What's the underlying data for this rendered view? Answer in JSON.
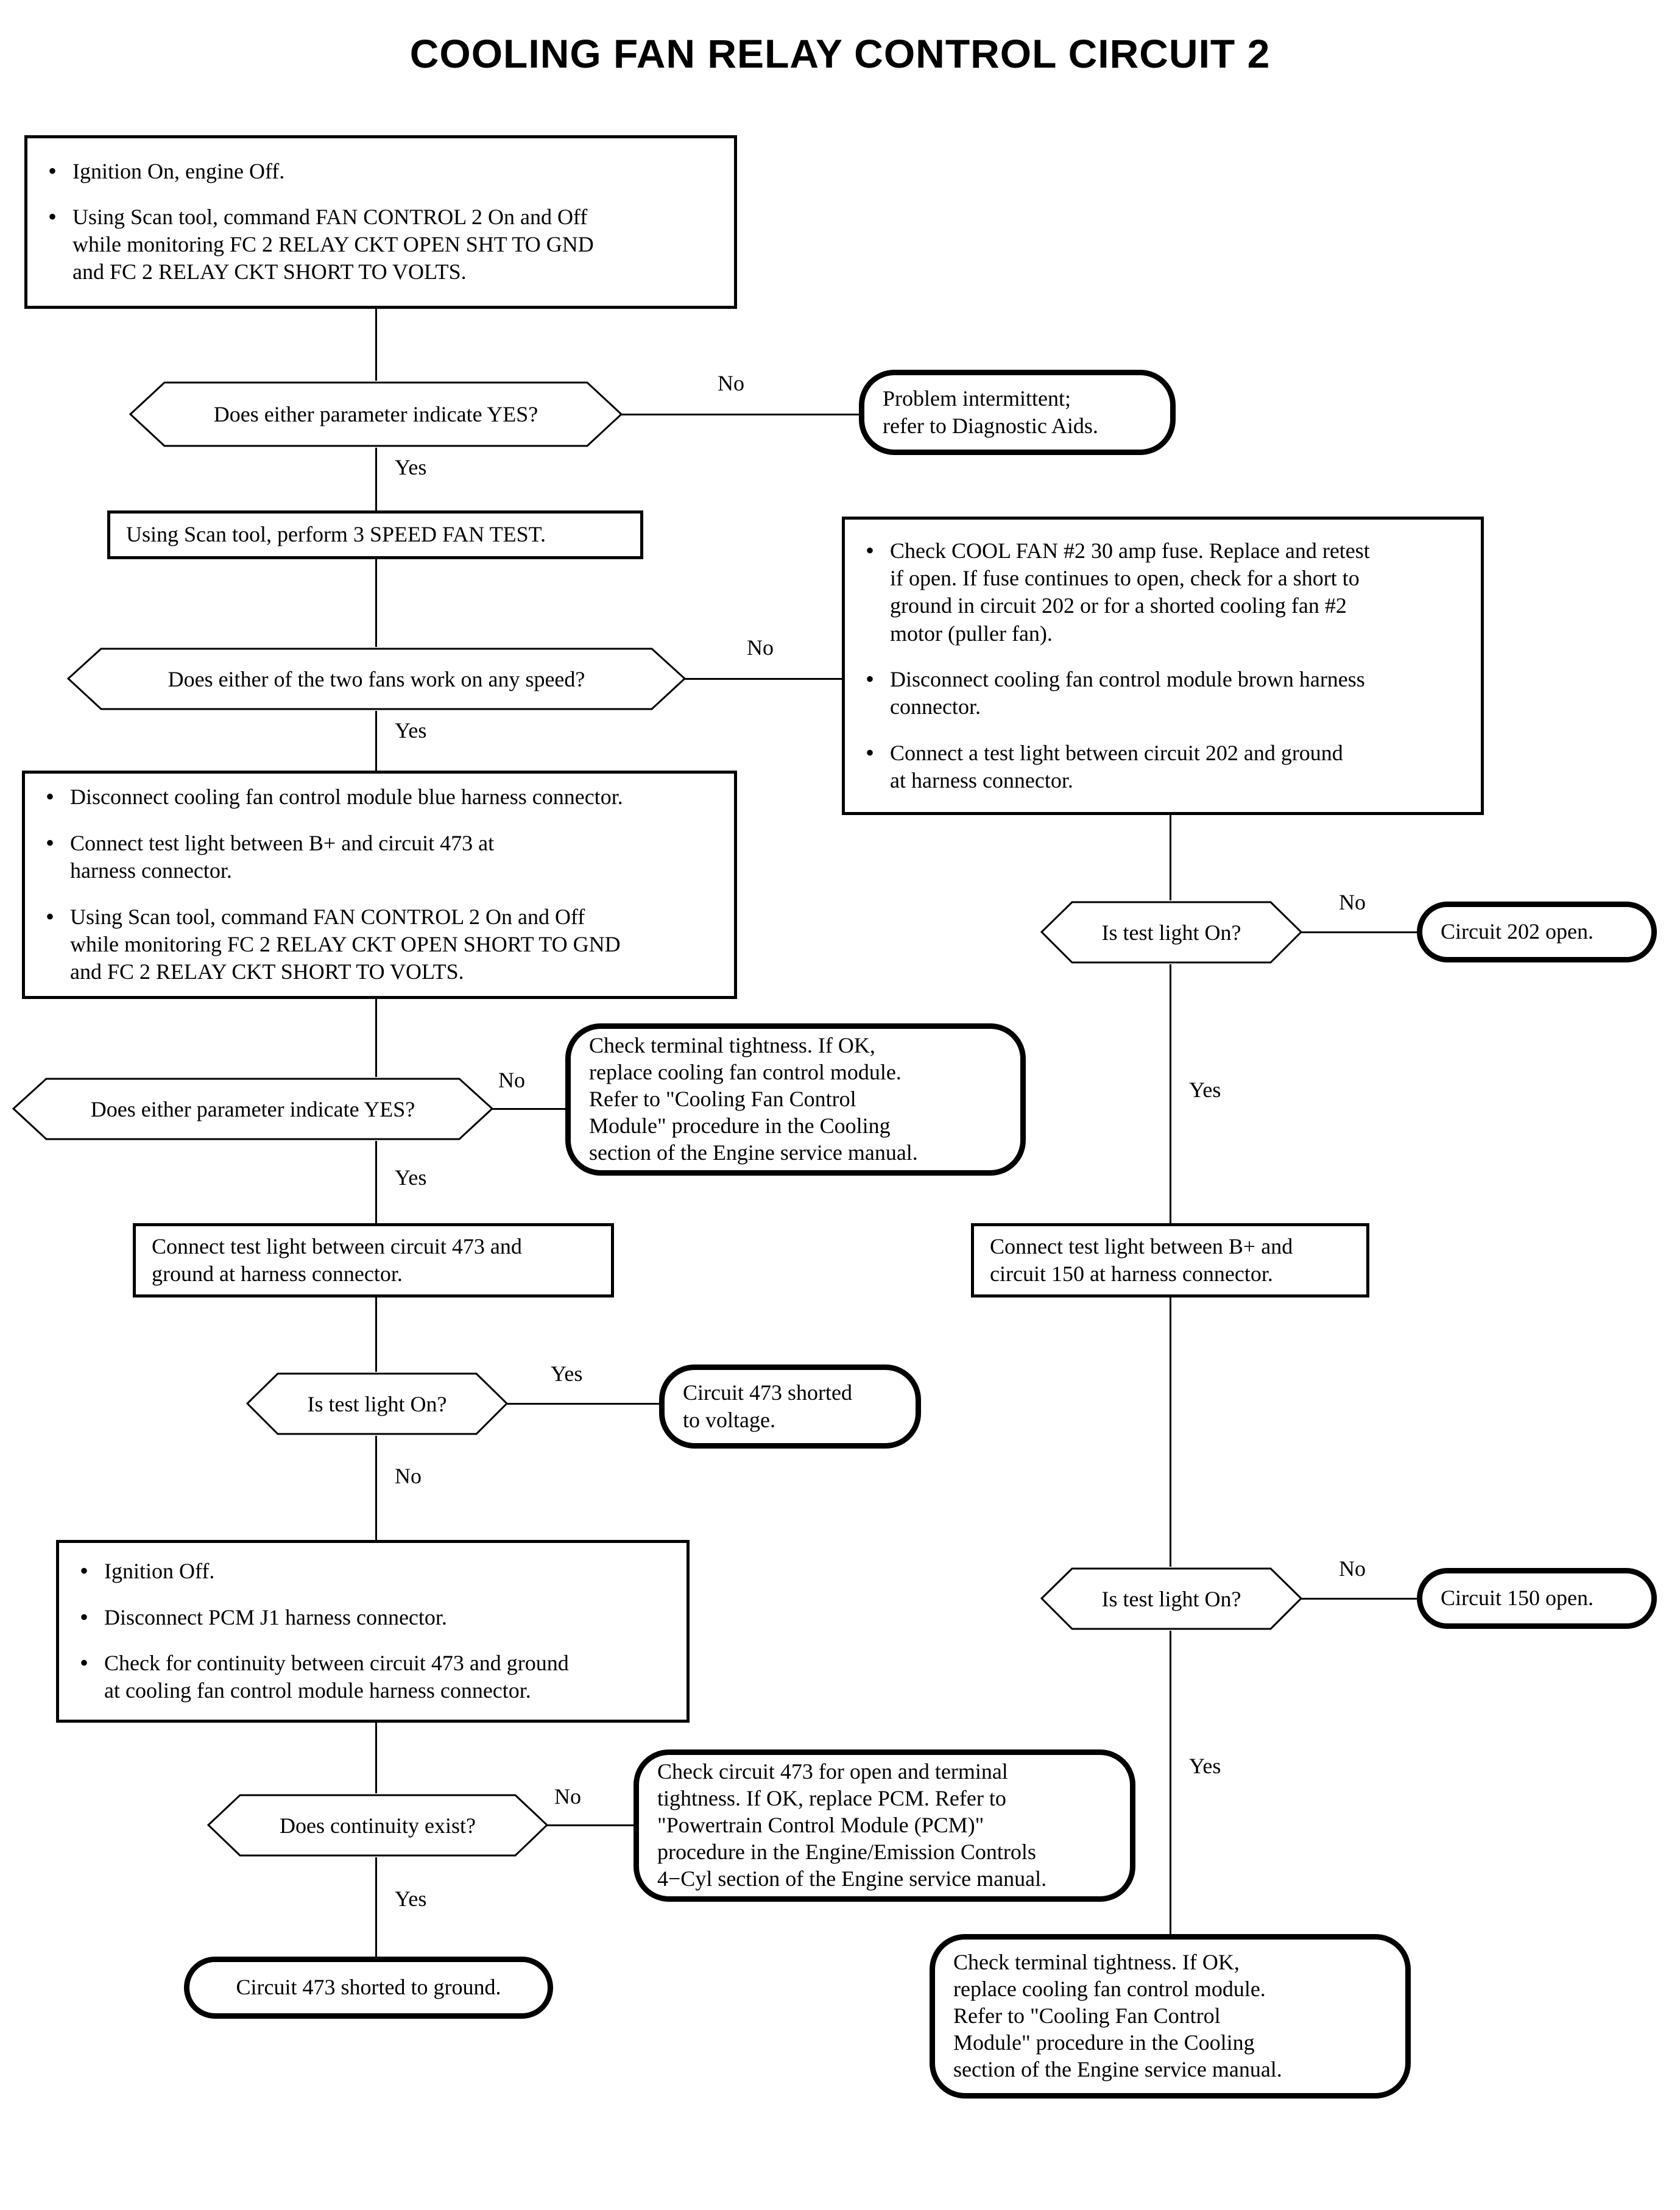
{
  "title": "COOLING FAN RELAY CONTROL CIRCUIT 2",
  "labels": {
    "yes": "Yes",
    "no": "No"
  },
  "nodes": {
    "step1": {
      "type": "process",
      "bullets": [
        "Ignition On, engine Off.",
        "Using Scan tool, command FAN CONTROL 2 On and Off while monitoring FC 2 RELAY CKT OPEN SHT TO GND and FC 2 RELAY CKT SHORT TO VOLTS."
      ]
    },
    "decision1": {
      "type": "decision",
      "text": "Does either parameter indicate YES?"
    },
    "term_intermittent": {
      "type": "terminal",
      "text": "Problem intermittent; refer to Diagnostic Aids."
    },
    "step2": {
      "type": "process",
      "text": "Using Scan tool, perform 3 SPEED FAN TEST."
    },
    "decision2": {
      "type": "decision",
      "text": "Does either of the two fans work on any speed?"
    },
    "step_fuse": {
      "type": "process",
      "bullets": [
        "Check COOL FAN #2 30 amp fuse. Replace and retest if open. If fuse continues to open, check for a short to ground in circuit 202 or for a shorted cooling fan #2 motor (puller fan).",
        "Disconnect cooling fan control module brown harness connector.",
        "Connect a test light between circuit 202 and ground at harness connector."
      ]
    },
    "step_blue": {
      "type": "process",
      "bullets": [
        "Disconnect cooling fan control module blue harness connector.",
        "Connect test light between B+ and circuit 473 at harness connector.",
        "Using Scan tool, command FAN CONTROL 2 On and Off while monitoring FC 2 RELAY CKT OPEN SHORT TO GND and FC 2 RELAY CKT SHORT TO VOLTS."
      ]
    },
    "decision_tl_202": {
      "type": "decision",
      "text": "Is test light On?"
    },
    "term_202_open": {
      "type": "terminal",
      "text": "Circuit 202 open."
    },
    "decision3": {
      "type": "decision",
      "text": "Does either parameter indicate YES?"
    },
    "term_terminal_tightness_1": {
      "type": "terminal",
      "text": "Check terminal tightness. If OK, replace cooling fan control module. Refer to \"Cooling Fan Control Module\" procedure in the Cooling section of the Engine service manual."
    },
    "step_473_gnd": {
      "type": "process",
      "text": "Connect test light between circuit 473 and ground at harness connector."
    },
    "step_150": {
      "type": "process",
      "text": "Connect test light between B+ and circuit 150 at harness connector."
    },
    "decision_tl_473": {
      "type": "decision",
      "text": "Is test light On?"
    },
    "term_473_shorted_volt": {
      "type": "terminal",
      "text": "Circuit 473 shorted to voltage."
    },
    "decision_tl_150": {
      "type": "decision",
      "text": "Is test light On?"
    },
    "term_150_open": {
      "type": "terminal",
      "text": "Circuit 150 open."
    },
    "step_ign_off": {
      "type": "process",
      "bullets": [
        "Ignition Off.",
        "Disconnect PCM J1 harness connector.",
        "Check for continuity between circuit 473 and ground at cooling fan control module harness connector."
      ]
    },
    "decision_continuity": {
      "type": "decision",
      "text": "Does continuity exist?"
    },
    "term_pcm": {
      "type": "terminal",
      "text": "Check circuit 473 for open and terminal tightness. If OK, replace PCM. Refer to \"Powertrain Control Module (PCM)\" procedure in the Engine/Emission Controls 4−Cyl section of the Engine service manual."
    },
    "term_473_shorted_gnd": {
      "type": "terminal",
      "text": "Circuit 473 shorted to ground."
    },
    "term_terminal_tightness_2": {
      "type": "terminal",
      "text": "Check terminal tightness. If OK, replace cooling fan control module. Refer to \"Cooling Fan Control Module\" procedure in the Cooling section of the Engine service manual."
    }
  },
  "line_text": {
    "step1_b1": "Ignition On, engine Off.",
    "step1_b2_l1": "Using Scan tool, command FAN CONTROL 2 On and Off",
    "step1_b2_l2": "while monitoring FC 2 RELAY CKT OPEN SHT TO GND",
    "step1_b2_l3": "and FC 2 RELAY CKT SHORT TO VOLTS.",
    "intermittent_l1": "Problem intermittent;",
    "intermittent_l2": "refer to Diagnostic Aids.",
    "step2_l1": "Using Scan tool, perform 3 SPEED FAN TEST.",
    "fuse_b1_l1": "Check COOL FAN #2 30 amp fuse. Replace and retest",
    "fuse_b1_l2": "if open. If fuse continues to open, check for a short to",
    "fuse_b1_l3": "ground in circuit 202 or for a shorted cooling fan #2",
    "fuse_b1_l4": "motor (puller fan).",
    "fuse_b2_l1": "Disconnect cooling fan control module brown harness",
    "fuse_b2_l2": "connector.",
    "fuse_b3_l1": "Connect a test light between circuit 202 and ground",
    "fuse_b3_l2": "at harness connector.",
    "blue_b1_l1": "Disconnect cooling fan control module blue harness connector.",
    "blue_b2_l1": "Connect test light between B+ and circuit 473 at",
    "blue_b2_l2": "harness connector.",
    "blue_b3_l1": "Using Scan tool, command FAN CONTROL 2 On and Off",
    "blue_b3_l2": "while monitoring FC 2 RELAY CKT OPEN SHORT TO GND",
    "blue_b3_l3": "and FC 2 RELAY CKT SHORT TO VOLTS.",
    "tight1_l1": "Check terminal tightness. If OK,",
    "tight1_l2": "replace cooling fan control module.",
    "tight1_l3": "Refer to \"Cooling Fan Control",
    "tight1_l4": "Module\" procedure in the Cooling",
    "tight1_l5": "section of the Engine service manual.",
    "s473_l1": "Connect test light between circuit 473 and",
    "s473_l2": "ground at harness connector.",
    "s150_l1": "Connect test light between B+ and",
    "s150_l2": "circuit 150 at harness connector.",
    "shortvolt_l1": "Circuit 473 shorted",
    "shortvolt_l2": "to voltage.",
    "ign_b1_l1": "Ignition Off.",
    "ign_b2_l1": "Disconnect PCM J1 harness connector.",
    "ign_b3_l1": "Check for continuity between circuit 473 and ground",
    "ign_b3_l2": "at cooling fan control module harness connector.",
    "pcm_l1": "Check circuit 473 for open and terminal",
    "pcm_l2": "tightness. If OK, replace PCM. Refer to",
    "pcm_l3": "\"Powertrain Control Module (PCM)\"",
    "pcm_l4": "procedure in the Engine/Emission Controls",
    "pcm_l5": "4−Cyl section of the Engine service manual.",
    "tight2_l1": "Check terminal tightness. If OK,",
    "tight2_l2": "replace cooling fan control module.",
    "tight2_l3": "Refer to \"Cooling Fan Control",
    "tight2_l4": "Module\" procedure in the Cooling",
    "tight2_l5": "section of the Engine service manual."
  },
  "colors": {
    "ink": "#000000",
    "paper": "#ffffff"
  }
}
